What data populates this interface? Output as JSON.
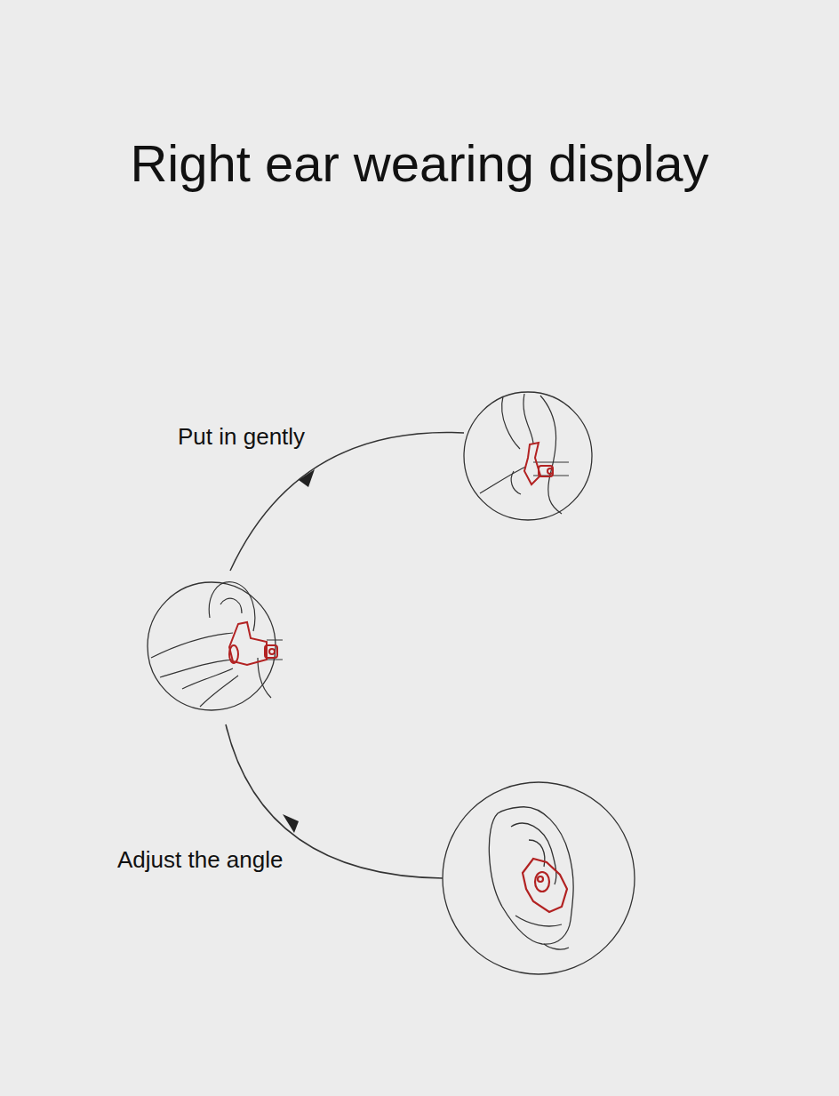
{
  "diagram": {
    "title": "Right ear wearing display",
    "labels": [
      "Put in gently",
      "Adjust the angle"
    ]
  }
}
